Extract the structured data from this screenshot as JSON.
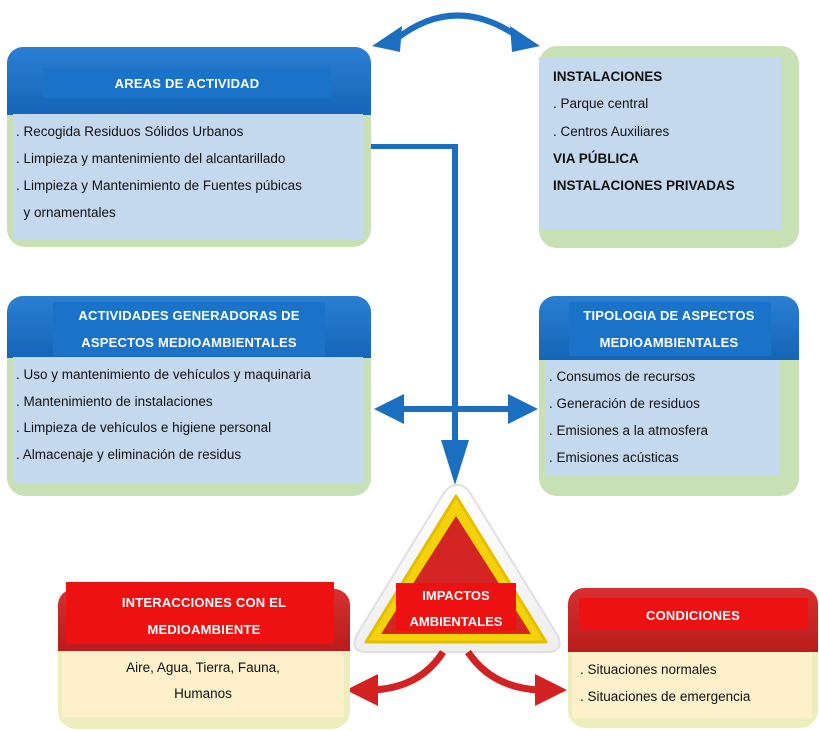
{
  "areas": {
    "title": "AREAS DE ACTIVIDAD",
    "items": [
      ". Recogida Residuos Sólidos Urbanos",
      ". Limpieza y mantenimiento del alcantarillado",
      ". Limpieza y Mantenimiento de Fuentes púbicas",
      "  y ornamentales"
    ]
  },
  "instalaciones": {
    "lines": [
      {
        "text": "INSTALACIONES",
        "bold": true
      },
      {
        "text": ". Parque central",
        "bold": false
      },
      {
        "text": ". Centros Auxiliares",
        "bold": false
      },
      {
        "text": "VIA PÚBLICA",
        "bold": true
      },
      {
        "text": "INSTALACIONES PRIVADAS",
        "bold": true
      }
    ]
  },
  "actividades": {
    "title_line1": "ACTIVIDADES GENERADORAS DE",
    "title_line2": "ASPECTOS MEDIOAMBIENTALES",
    "items": [
      ". Uso y mantenimiento de vehículos y maquinaria",
      ". Mantenimiento de instalaciones",
      ". Limpieza de vehículos e higiene personal",
      ". Almacenaje y eliminación de residus"
    ]
  },
  "tipologia": {
    "title_line1": "TIPOLOGIA DE ASPECTOS",
    "title_line2": "MEDIOAMBIENTALES",
    "items": [
      ". Consumos de recursos",
      ". Generación de residuos",
      ". Emisiones a la atmosfera",
      ". Emisiones acústicas"
    ]
  },
  "impactos": {
    "line1": "IMPACTOS",
    "line2": "AMBIENTALES"
  },
  "interacciones": {
    "title_line1": "INTERACCIONES CON EL",
    "title_line2": "MEDIOAMBIENTE",
    "body_line1": "Aire, Agua, Tierra, Fauna,",
    "body_line2": "Humanos"
  },
  "condiciones": {
    "title": "CONDICIONES",
    "items": [
      ". Situaciones normales",
      ". Situaciones de emergencia"
    ]
  },
  "colors": {
    "blue_header": "#1a73c9",
    "green_frame": "#c7e0b4",
    "blue_fill": "#c5d9ee",
    "red_header": "#ee1111",
    "beige_fill": "#fff0cc",
    "arrow_blue": "#1c6fc0",
    "arrow_red": "#d32020",
    "triangle_yellow": "#f4d20a"
  }
}
